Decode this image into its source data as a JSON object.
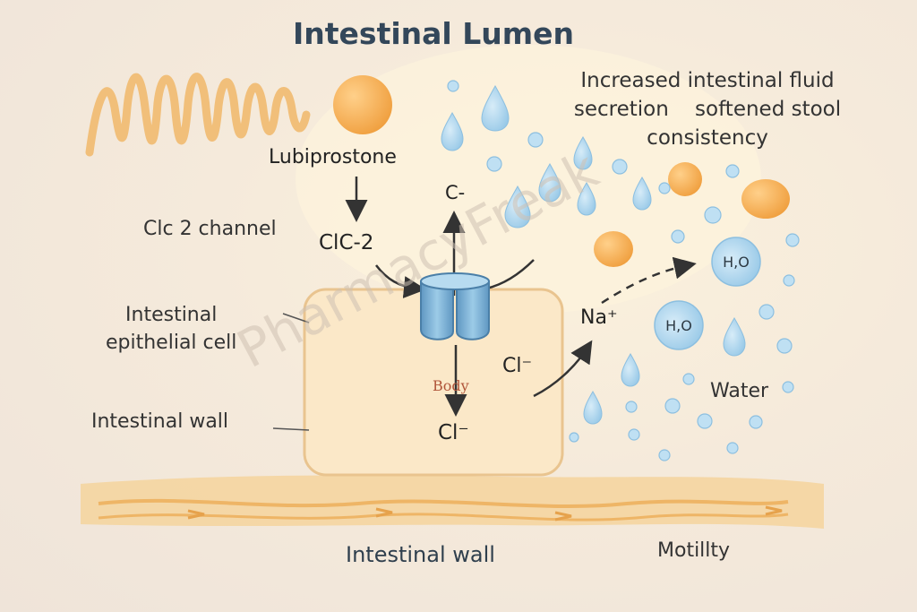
{
  "title": "Intestinal Lumen",
  "labels": {
    "lubiprostone": "Lubiprostone",
    "clc2_channel": "Clc 2 channel",
    "clc2": "ClC-2",
    "c_minus": "C-",
    "epithelial_line1": "Intestinal",
    "epithelial_line2": "epithelial cell",
    "intestinal_wall_left": "Intestinal wall",
    "body": "Body",
    "cl_right": "Cl⁻",
    "cl_bottom": "Cl⁻",
    "na": "Na⁺",
    "effect_line1": "Increased intestinal fluid",
    "effect_line2a": "secretion",
    "effect_line2b": "softened stool",
    "effect_line3": "consistency",
    "water": "Water",
    "h2o": "H,O",
    "intestinal_wall_bottom": "Intestinal wall",
    "motility": "Motillty"
  },
  "watermark": "PharmacyFreak",
  "colors": {
    "channel": "#7fb3d6",
    "droplet": "#a9d3ec",
    "cell": "#fbe8c8",
    "lubiprostone_ball": "#f5a94a",
    "wall": "#f2cf92"
  }
}
